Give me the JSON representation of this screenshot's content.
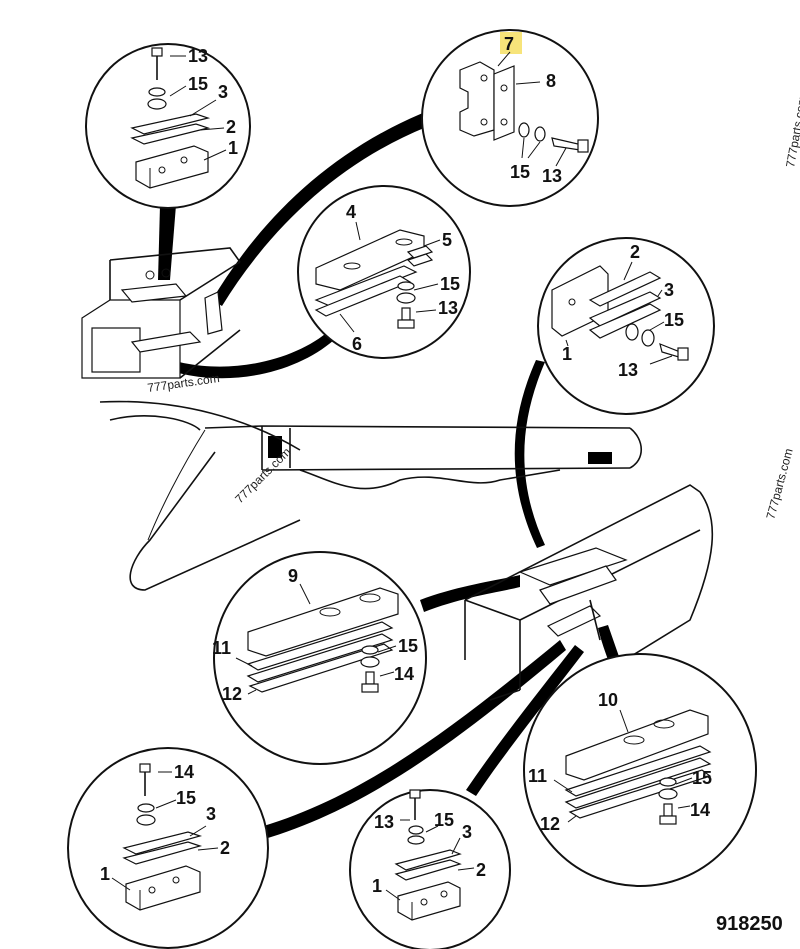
{
  "figure_id": "918250",
  "highlight_color": "#f7e47a",
  "watermarks": [
    "777parts.com",
    "777parts.com",
    "777parts.com",
    "777parts.com"
  ],
  "callouts": {
    "c1": [
      "13",
      "15",
      "3",
      "2",
      "1"
    ],
    "c2": [
      "7",
      "8",
      "15",
      "13"
    ],
    "c3": [
      "4",
      "5",
      "15",
      "13",
      "6"
    ],
    "c4": [
      "2",
      "3",
      "15",
      "1",
      "13"
    ],
    "c5": [
      "9",
      "11",
      "15",
      "14",
      "12"
    ],
    "c6": [
      "10",
      "11",
      "15",
      "14",
      "12"
    ],
    "c7": [
      "14",
      "15",
      "3",
      "2",
      "1"
    ],
    "c8": [
      "13",
      "15",
      "3",
      "2",
      "1"
    ]
  }
}
